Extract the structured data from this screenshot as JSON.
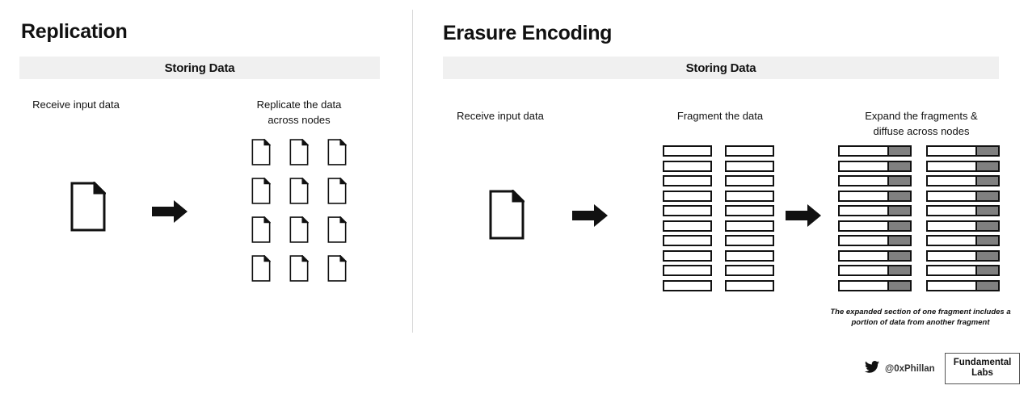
{
  "panels": [
    {
      "id": "replication",
      "title": "Replication",
      "section_bar": "Storing Data",
      "steps": [
        {
          "label": "Receive input data",
          "icon": "document-icon"
        },
        {
          "label": "Replicate the data\nacross nodes",
          "icon": "document-grid"
        }
      ],
      "arrows": 1,
      "replicate_grid": {
        "columns": 3,
        "rows": 4,
        "count": 12
      }
    },
    {
      "id": "erasure-encoding",
      "title": "Erasure Encoding",
      "section_bar": "Storing Data",
      "steps": [
        {
          "label": "Receive input data",
          "icon": "document-icon"
        },
        {
          "label": "Fragment the data",
          "icon": "fragment-columns"
        },
        {
          "label": "Expand the fragments &\ndiffuse across nodes",
          "icon": "expanded-fragment-columns"
        }
      ],
      "arrows": 2,
      "fragment_columns": {
        "columns": 2,
        "bars_per_column": 10
      },
      "expanded_columns": {
        "columns": 2,
        "bars_per_column": 10,
        "white_portion_pct": 68,
        "gray_portion_pct": 32
      },
      "caption": "The expanded section of one fragment includes a\nportion of  data from another fragment"
    }
  ],
  "footer": {
    "twitter_icon": "twitter-bird-icon",
    "twitter_handle": "@0xPhillan",
    "logo_text": "Fundamental\nLabs"
  },
  "colors": {
    "background": "#ffffff",
    "ink": "#111111",
    "section_bar_bg": "#f0f0f0",
    "gray_fragment": "#808080",
    "divider": "#d8d8d8"
  }
}
